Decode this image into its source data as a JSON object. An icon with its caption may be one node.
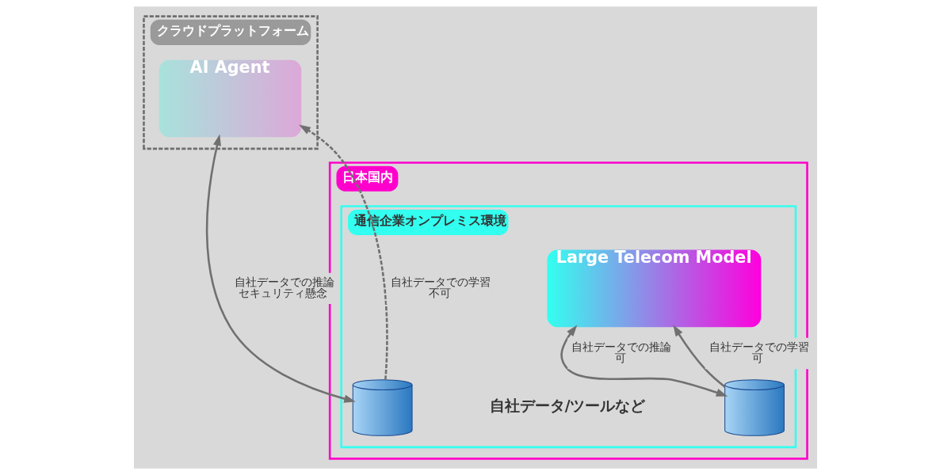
{
  "diagram": {
    "nodes": [
      {
        "text": [
          "クラウドプラットフォーム"
        ]
      },
      {
        "text": [
          "AI Agent"
        ],
        "in": 0
      },
      {
        "text": [
          "日本国内"
        ]
      },
      {
        "text": [
          "通信企業オンプレミス環境"
        ],
        "in": 2
      },
      {
        "text": [
          "Large Telecom Model"
        ],
        "in": 3
      },
      {
        "text": [],
        "shape": "cylinder",
        "in": 3
      },
      {
        "text": [],
        "shape": "cylinder",
        "in": 3
      }
    ],
    "edges": [
      {
        "from": 5,
        "to": 1,
        "arrow": "to",
        "style": "dashed",
        "label": "自社データでの学習不可"
      },
      {
        "from": 1,
        "to": 5,
        "arrow": "both",
        "label": "自社データでの推論セキュリティ懸念"
      },
      {
        "from": 6,
        "to": 4,
        "arrow": "to",
        "label": "自社データでの学習可"
      },
      {
        "from": 4,
        "to": 6,
        "arrow": "both",
        "label": "自社データでの推論可"
      }
    ],
    "labels": [
      "自社データ/ツールなど"
    ]
  }
}
